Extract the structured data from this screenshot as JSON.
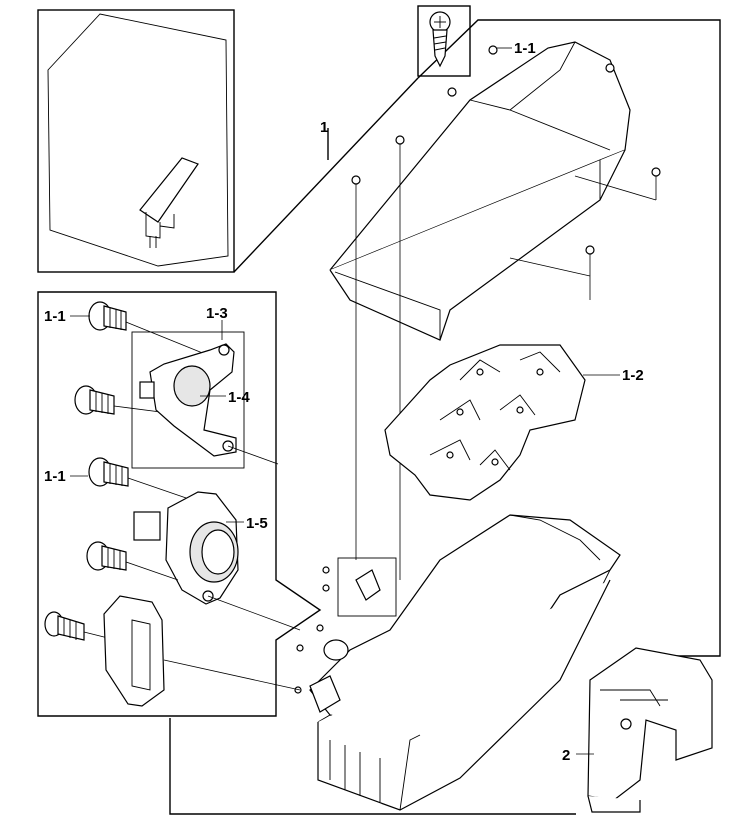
{
  "labels": {
    "l1": "1",
    "l1_1_top": "1-1",
    "l1_2": "1-2",
    "l1_3": "1-3",
    "l1_4": "1-4",
    "l1_5": "1-5",
    "l1_1_a": "1-1",
    "l1_1_b": "1-1",
    "l2": "2"
  }
}
